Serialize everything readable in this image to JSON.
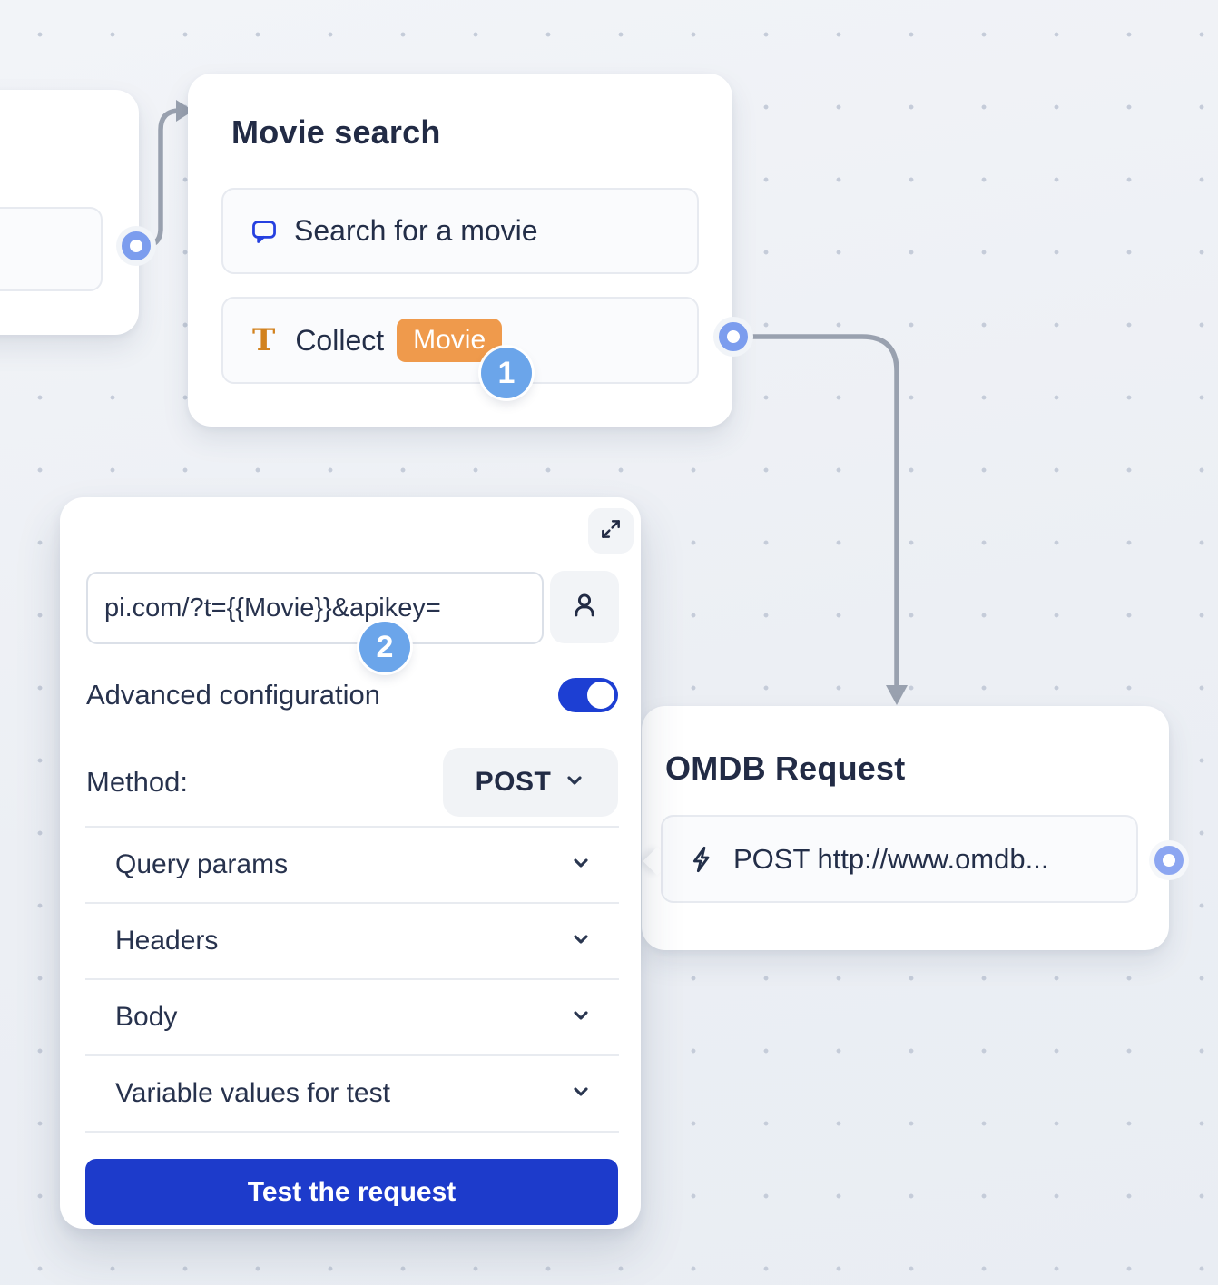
{
  "badges": {
    "step_1": "1",
    "step_2": "2"
  },
  "nodes": {
    "movie_search": {
      "title": "Movie search",
      "blocks": [
        {
          "icon": "chat-bubble-icon",
          "label": "Search for a movie"
        },
        {
          "icon": "text-input-icon",
          "label": "Collect",
          "variable_chip": "Movie"
        }
      ]
    },
    "omdb_request": {
      "title": "OMDB Request",
      "blocks": [
        {
          "icon": "lightning-icon",
          "label": "POST http://www.omdb..."
        }
      ]
    }
  },
  "webhook_panel": {
    "expand_icon": "expand-icon",
    "url_input": {
      "value": "pi.com/?t={{Movie}}&apikey=",
      "trailing_icon": "person-icon"
    },
    "advanced_configuration": {
      "label": "Advanced configuration",
      "enabled": true
    },
    "method": {
      "label": "Method:",
      "value": "POST"
    },
    "sections": [
      {
        "label": "Query params"
      },
      {
        "label": "Headers"
      },
      {
        "label": "Body"
      },
      {
        "label": "Variable values for test"
      }
    ],
    "test_button_label": "Test the request"
  },
  "colors": {
    "primary_blue": "#1D3BCB",
    "toggle_blue": "#1D3FD3",
    "badge_blue": "#6BA5EA",
    "chip_orange": "#EF9A4C",
    "icon_orange": "#D2821E",
    "icon_blue": "#2540E0",
    "connector_gray": "#99A1AF",
    "port_ring_blue": "#7C9DEE",
    "text_dark": "#232E48"
  }
}
